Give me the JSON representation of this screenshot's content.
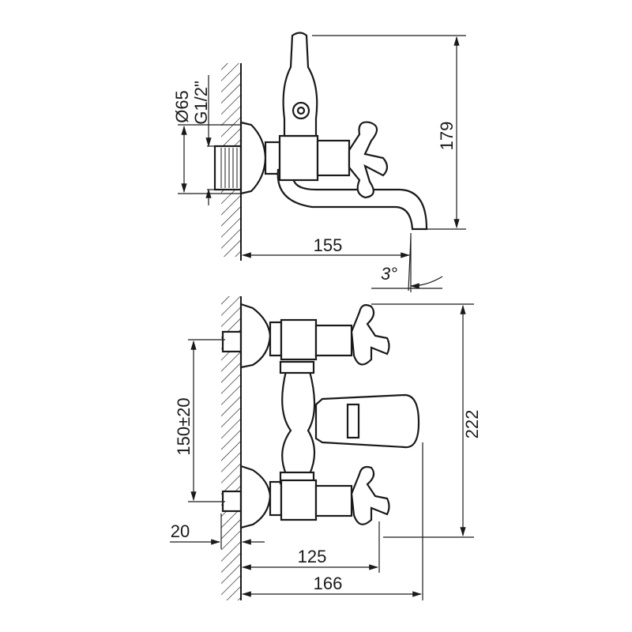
{
  "drawing": {
    "side_view": {
      "diameter_label": "Ø65",
      "thread_label": "G1/2\"",
      "height_label": "179",
      "spout_reach_label": "155",
      "angle_label": "3°"
    },
    "front_view": {
      "center_distance_label": "150±20",
      "height_label": "222",
      "wall_offset_label": "20",
      "handle_reach_label": "125",
      "total_reach_label": "166"
    }
  }
}
